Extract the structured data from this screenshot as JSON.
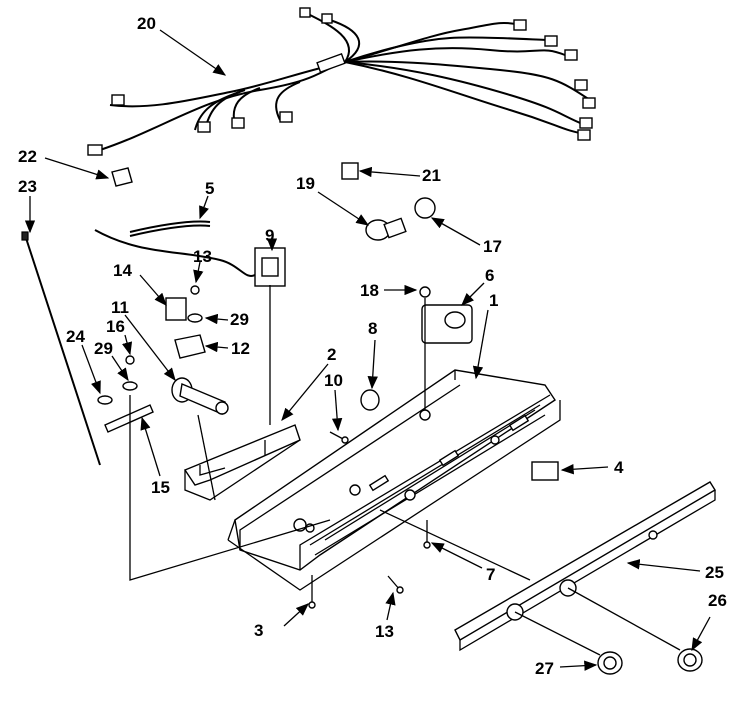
{
  "diagram": {
    "callouts": [
      {
        "id": "20",
        "text": "20"
      },
      {
        "id": "22",
        "text": "22"
      },
      {
        "id": "23",
        "text": "23"
      },
      {
        "id": "5",
        "text": "5"
      },
      {
        "id": "21",
        "text": "21"
      },
      {
        "id": "19",
        "text": "19"
      },
      {
        "id": "17",
        "text": "17"
      },
      {
        "id": "9",
        "text": "9"
      },
      {
        "id": "14",
        "text": "14"
      },
      {
        "id": "13a",
        "text": "13"
      },
      {
        "id": "29a",
        "text": "29"
      },
      {
        "id": "11",
        "text": "11"
      },
      {
        "id": "12",
        "text": "12"
      },
      {
        "id": "16",
        "text": "16"
      },
      {
        "id": "29b",
        "text": "29"
      },
      {
        "id": "24",
        "text": "24"
      },
      {
        "id": "15",
        "text": "15"
      },
      {
        "id": "18",
        "text": "18"
      },
      {
        "id": "6",
        "text": "6"
      },
      {
        "id": "1",
        "text": "1"
      },
      {
        "id": "8",
        "text": "8"
      },
      {
        "id": "2",
        "text": "2"
      },
      {
        "id": "10",
        "text": "10"
      },
      {
        "id": "4",
        "text": "4"
      },
      {
        "id": "7",
        "text": "7"
      },
      {
        "id": "25",
        "text": "25"
      },
      {
        "id": "26",
        "text": "26"
      },
      {
        "id": "3",
        "text": "3"
      },
      {
        "id": "13b",
        "text": "13"
      },
      {
        "id": "27",
        "text": "27"
      }
    ]
  }
}
